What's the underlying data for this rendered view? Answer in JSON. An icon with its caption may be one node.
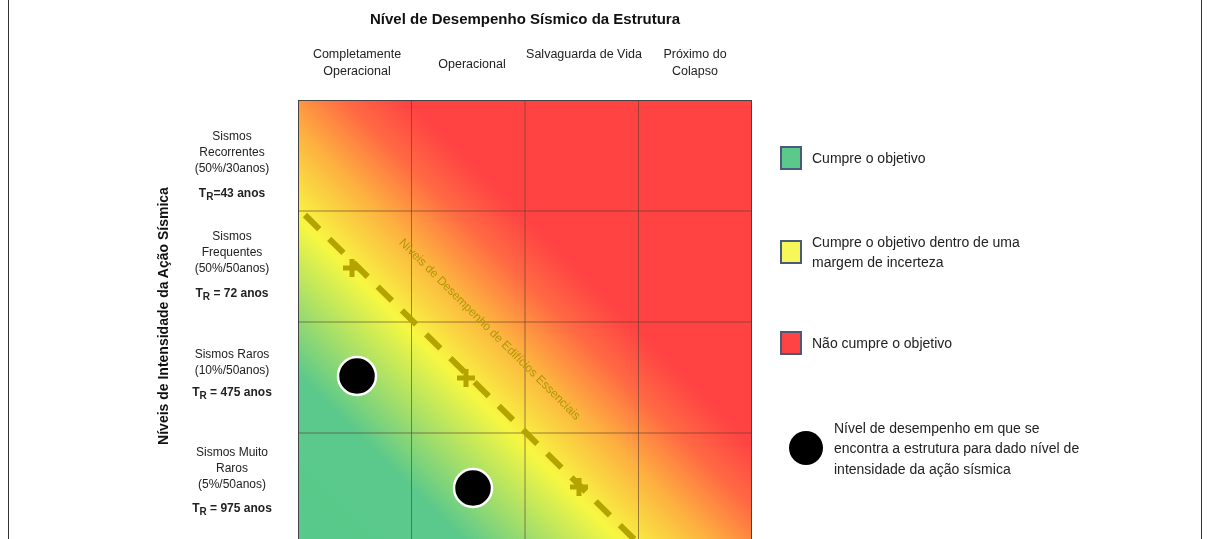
{
  "diagram": {
    "title": "Nível de Desempenho Sísmico da Estrutura",
    "labels": [
      "Completamente Operacional",
      "Operacional",
      "Salvaguarda de Vida",
      "Próximo do Colapso",
      "Níveis de Intensidade da Ação Sísmica",
      "Sismos Recorrentes (50%/30anos)",
      "T$_{R}$=43 anos",
      "Sismos Frequentes (50%/50anos)",
      "T$_{R}$ = 72 anos",
      "Sismos Raros (10%/50anos)",
      "T$_{R}$ = 475 anos",
      "Sismos Muito Raros (5%/50anos)",
      "T$_{R}$ = 975 anos",
      "Níveis de Desempenho de Edifícios Essenciais"
    ],
    "legend": [
      {
        "text": "Cumpre o objetivo",
        "color": "#5cc98c"
      },
      {
        "text": "Cumpre o objetivo dentro de uma margem de incerteza",
        "color": "#f7f75a"
      },
      {
        "text": "Não cumpre o objetivo",
        "color": "#ff4343"
      },
      {
        "text": "Nível de desempenho em que se encontra a estrutura para dado nível de intensidade da ação sísmica"
      }
    ]
  }
}
